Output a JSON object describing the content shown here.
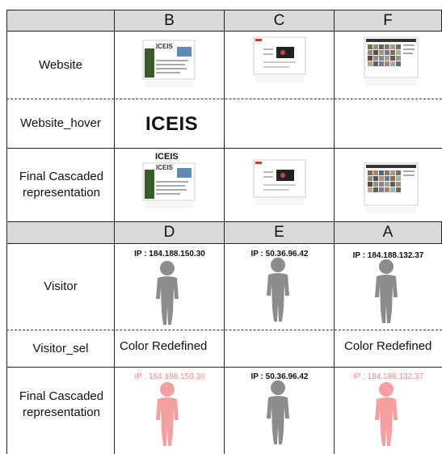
{
  "headers_top": [
    "B",
    "C",
    "F"
  ],
  "headers_bottom": [
    "D",
    "E",
    "A"
  ],
  "row_labels": {
    "website": "Website",
    "website_hover": "Website_hover",
    "final_top": "Final Cascaded representation",
    "visitor": "Visitor",
    "visitor_sel": "Visitor_sel",
    "final_bottom": "Final Cascaded representation"
  },
  "hover_text": "ICEIS",
  "thumb_logo": "ICEIS",
  "visitor_ips": [
    "IP : 184.188.150.30",
    "IP : 50.36.96.42",
    "IP : 184.188.132.37"
  ],
  "visitor_sel": [
    "Color Redefined",
    "",
    "Color Redefined"
  ],
  "final_ips": [
    "IP : 184.188.150.30",
    "IP : 50.36.96.42",
    "IP : 184.188.132.37"
  ],
  "colors": {
    "person_gray": "#8c8c8c",
    "person_red": "#f4a0a0",
    "header_bg": "#d9d9d9"
  }
}
